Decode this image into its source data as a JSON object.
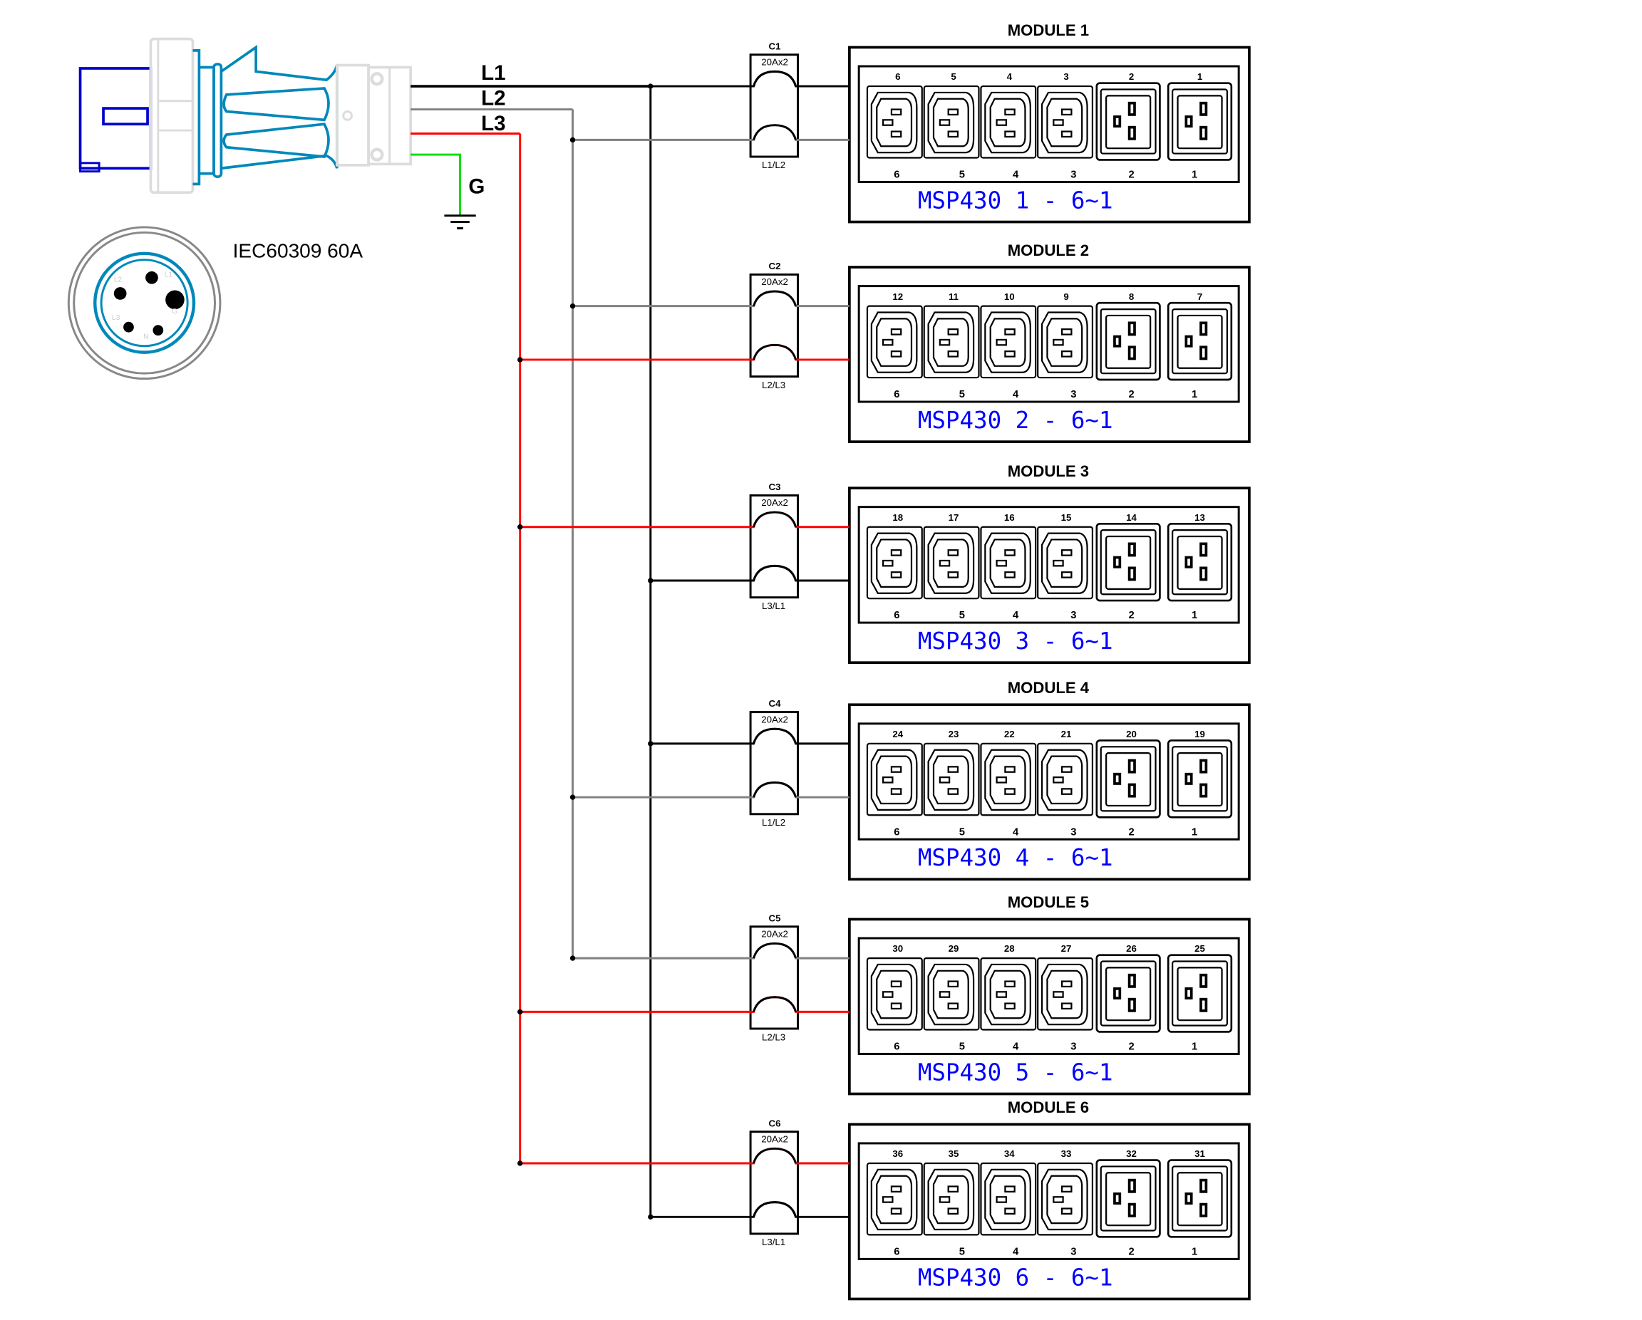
{
  "plug": {
    "label": "IEC60309 60A",
    "face_pins": [
      "L1",
      "L2",
      "L3",
      "N",
      "G"
    ],
    "wires": [
      {
        "name": "L1",
        "color": "#000000"
      },
      {
        "name": "L2",
        "color": "#808080"
      },
      {
        "name": "L3",
        "color": "#ff0000"
      },
      {
        "name": "G",
        "color": "#00dd00"
      }
    ],
    "body_color": "#0088bb",
    "housing_color": "#0000cc"
  },
  "phase_colors": {
    "L1": "#000000",
    "L2": "#808080",
    "L3": "#ff0000"
  },
  "label_color": "#0000ff",
  "modules": [
    {
      "title": "MODULE 1",
      "breaker": "C1",
      "rating": "20Ax2",
      "phase_label": "L1/L2",
      "phases": [
        "L1",
        "L2"
      ],
      "top_numbers": [
        "6",
        "5",
        "4",
        "3",
        "2",
        "1"
      ],
      "bottom_numbers": [
        "6",
        "5",
        "4",
        "3",
        "2",
        "1"
      ],
      "label": "MSP430 1 - 6~1"
    },
    {
      "title": "MODULE 2",
      "breaker": "C2",
      "rating": "20Ax2",
      "phase_label": "L2/L3",
      "phases": [
        "L2",
        "L3"
      ],
      "top_numbers": [
        "12",
        "11",
        "10",
        "9",
        "8",
        "7"
      ],
      "bottom_numbers": [
        "6",
        "5",
        "4",
        "3",
        "2",
        "1"
      ],
      "label": "MSP430 2 - 6~1"
    },
    {
      "title": "MODULE 3",
      "breaker": "C3",
      "rating": "20Ax2",
      "phase_label": "L3/L1",
      "phases": [
        "L3",
        "L1"
      ],
      "top_numbers": [
        "18",
        "17",
        "16",
        "15",
        "14",
        "13"
      ],
      "bottom_numbers": [
        "6",
        "5",
        "4",
        "3",
        "2",
        "1"
      ],
      "label": "MSP430 3 - 6~1"
    },
    {
      "title": "MODULE 4",
      "breaker": "C4",
      "rating": "20Ax2",
      "phase_label": "L1/L2",
      "phases": [
        "L1",
        "L2"
      ],
      "top_numbers": [
        "24",
        "23",
        "22",
        "21",
        "20",
        "19"
      ],
      "bottom_numbers": [
        "6",
        "5",
        "4",
        "3",
        "2",
        "1"
      ],
      "label": "MSP430 4 - 6~1"
    },
    {
      "title": "MODULE 5",
      "breaker": "C5",
      "rating": "20Ax2",
      "phase_label": "L2/L3",
      "phases": [
        "L2",
        "L3"
      ],
      "top_numbers": [
        "30",
        "29",
        "28",
        "27",
        "26",
        "25"
      ],
      "bottom_numbers": [
        "6",
        "5",
        "4",
        "3",
        "2",
        "1"
      ],
      "label": "MSP430 5 - 6~1"
    },
    {
      "title": "MODULE 6",
      "breaker": "C6",
      "rating": "20Ax2",
      "phase_label": "L3/L1",
      "phases": [
        "L3",
        "L1"
      ],
      "top_numbers": [
        "36",
        "35",
        "34",
        "33",
        "32",
        "31"
      ],
      "bottom_numbers": [
        "6",
        "5",
        "4",
        "3",
        "2",
        "1"
      ],
      "label": "MSP430 6 - 6~1"
    }
  ]
}
